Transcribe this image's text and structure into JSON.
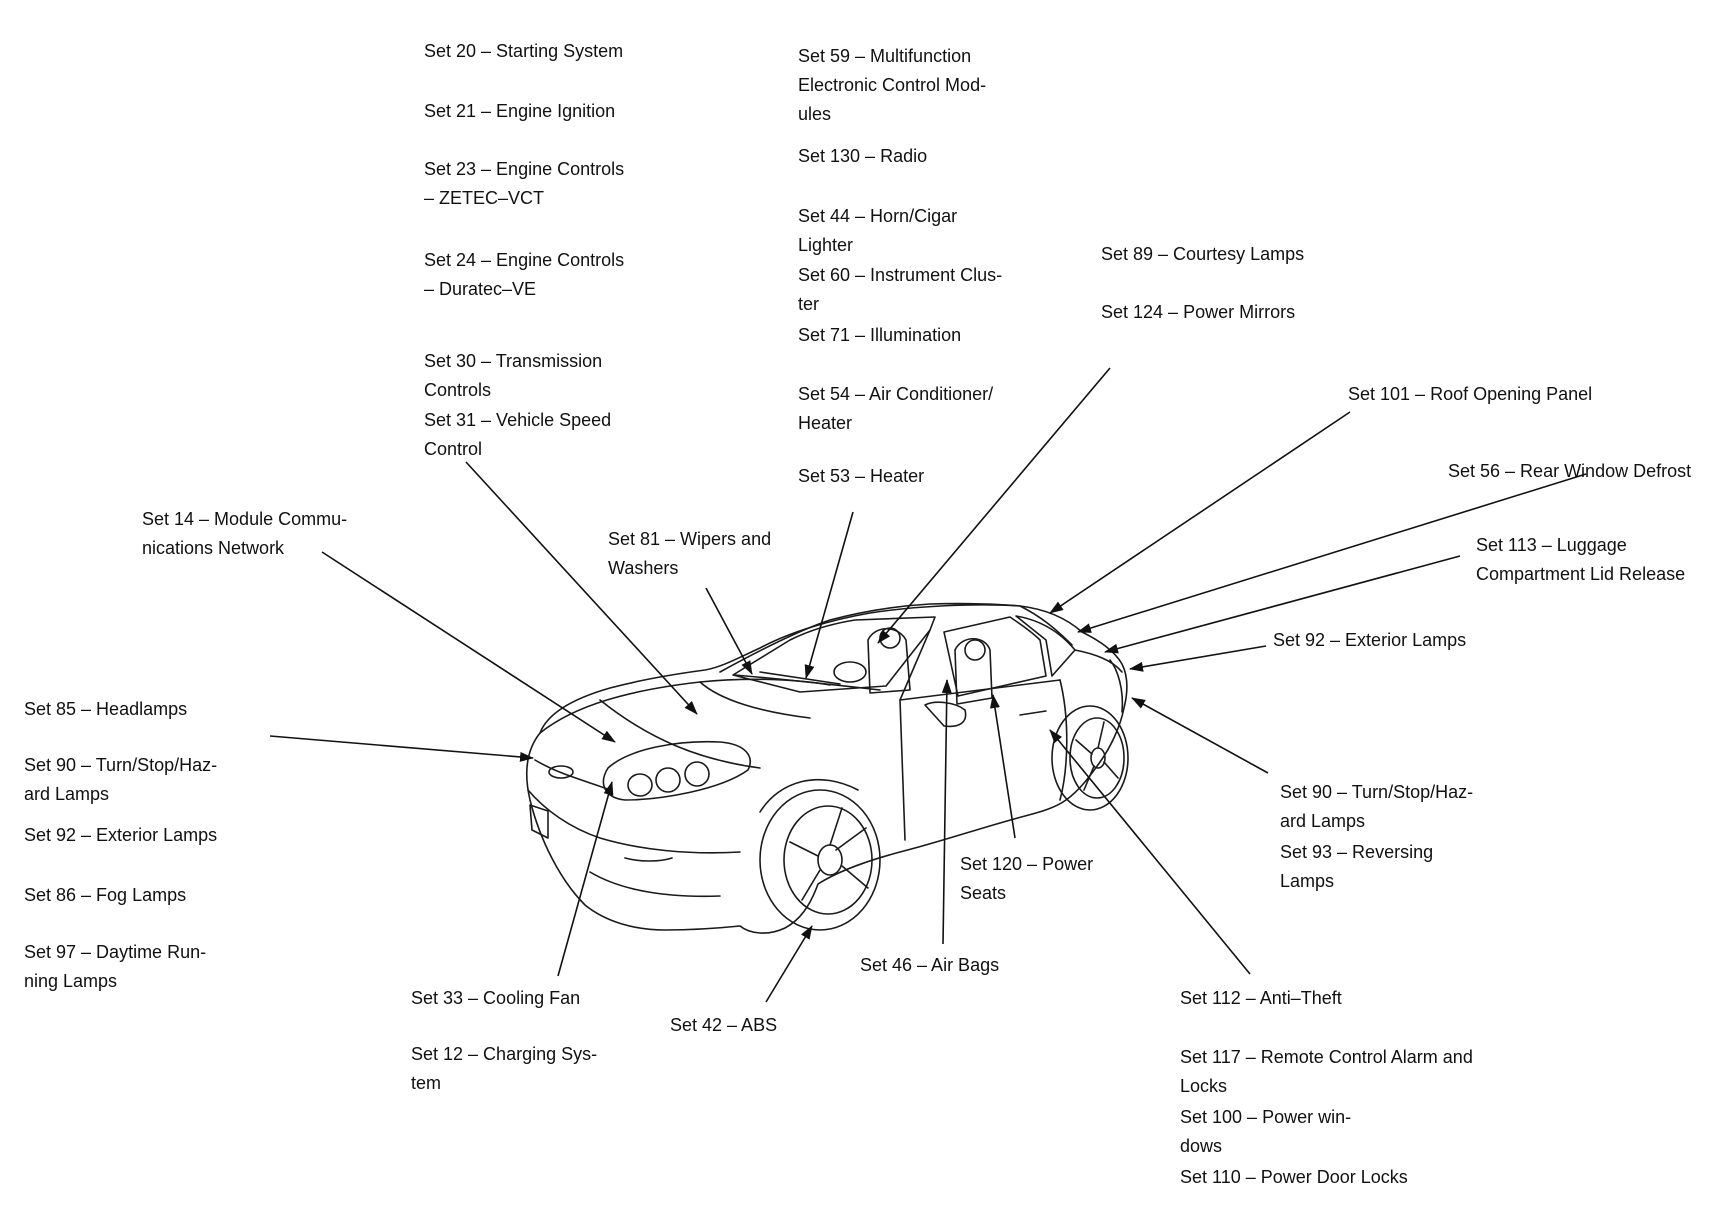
{
  "labels": [
    {
      "id": "set20",
      "lines": [
        "Set 20 – Starting System"
      ]
    },
    {
      "id": "set21",
      "lines": [
        "Set 21 – Engine Ignition"
      ]
    },
    {
      "id": "set23",
      "lines": [
        "Set 23 – Engine Controls",
        "– ZETEC–VCT"
      ]
    },
    {
      "id": "set24",
      "lines": [
        "Set 24 – Engine Controls",
        "– Duratec–VE"
      ]
    },
    {
      "id": "set30",
      "lines": [
        "Set 30 – Transmission",
        "Controls"
      ]
    },
    {
      "id": "set31",
      "lines": [
        "Set 31 – Vehicle Speed",
        "Control"
      ]
    },
    {
      "id": "set14",
      "lines": [
        "Set 14 – Module Commu-",
        "nications Network"
      ]
    },
    {
      "id": "set85",
      "lines": [
        "Set 85 – Headlamps"
      ]
    },
    {
      "id": "set90a",
      "lines": [
        "Set 90 – Turn/Stop/Haz-",
        "ard Lamps"
      ]
    },
    {
      "id": "set92a",
      "lines": [
        "Set 92 – Exterior Lamps"
      ]
    },
    {
      "id": "set86",
      "lines": [
        "Set 86 – Fog Lamps"
      ]
    },
    {
      "id": "set97",
      "lines": [
        "Set 97 – Daytime Run-",
        "ning Lamps"
      ]
    },
    {
      "id": "set33",
      "lines": [
        "Set 33 – Cooling Fan"
      ]
    },
    {
      "id": "set12",
      "lines": [
        "Set 12 – Charging Sys-",
        "tem"
      ]
    },
    {
      "id": "set42",
      "lines": [
        "Set 42 – ABS"
      ]
    },
    {
      "id": "set81",
      "lines": [
        "Set 81 – Wipers and",
        "Washers"
      ]
    },
    {
      "id": "set59",
      "lines": [
        "Set 59 – Multifunction",
        "Electronic Control Mod-",
        "ules"
      ]
    },
    {
      "id": "set130",
      "lines": [
        "Set 130 – Radio"
      ]
    },
    {
      "id": "set44",
      "lines": [
        "Set 44 – Horn/Cigar",
        "Lighter"
      ]
    },
    {
      "id": "set60",
      "lines": [
        "Set 60 – Instrument Clus-",
        "ter"
      ]
    },
    {
      "id": "set71",
      "lines": [
        "Set 71 – Illumination"
      ]
    },
    {
      "id": "set54",
      "lines": [
        "Set 54 – Air Conditioner/",
        "Heater"
      ]
    },
    {
      "id": "set53",
      "lines": [
        "Set 53 – Heater"
      ]
    },
    {
      "id": "set89",
      "lines": [
        "Set 89 – Courtesy Lamps"
      ]
    },
    {
      "id": "set124",
      "lines": [
        "Set 124 – Power Mirrors"
      ]
    },
    {
      "id": "set101",
      "lines": [
        "Set 101 – Roof Opening Panel"
      ]
    },
    {
      "id": "set56",
      "lines": [
        "Set 56 – Rear Window Defrost"
      ]
    },
    {
      "id": "set113",
      "lines": [
        "Set 113 – Luggage",
        "Compartment Lid Release"
      ]
    },
    {
      "id": "set92b",
      "lines": [
        "Set 92 – Exterior Lamps"
      ]
    },
    {
      "id": "set90b",
      "lines": [
        "Set 90 – Turn/Stop/Haz-",
        "ard Lamps"
      ]
    },
    {
      "id": "set93",
      "lines": [
        "Set 93 – Reversing",
        "Lamps"
      ]
    },
    {
      "id": "set120",
      "lines": [
        "Set 120 – Power",
        "Seats"
      ]
    },
    {
      "id": "set46",
      "lines": [
        "Set 46 – Air Bags"
      ]
    },
    {
      "id": "set112",
      "lines": [
        "Set 112 – Anti–Theft"
      ]
    },
    {
      "id": "set117",
      "lines": [
        "Set 117 – Remote Control Alarm and",
        "Locks"
      ]
    },
    {
      "id": "set100",
      "lines": [
        "Set 100 – Power win-",
        "dows"
      ]
    },
    {
      "id": "set110",
      "lines": [
        "Set 110 – Power Door Locks"
      ]
    }
  ]
}
